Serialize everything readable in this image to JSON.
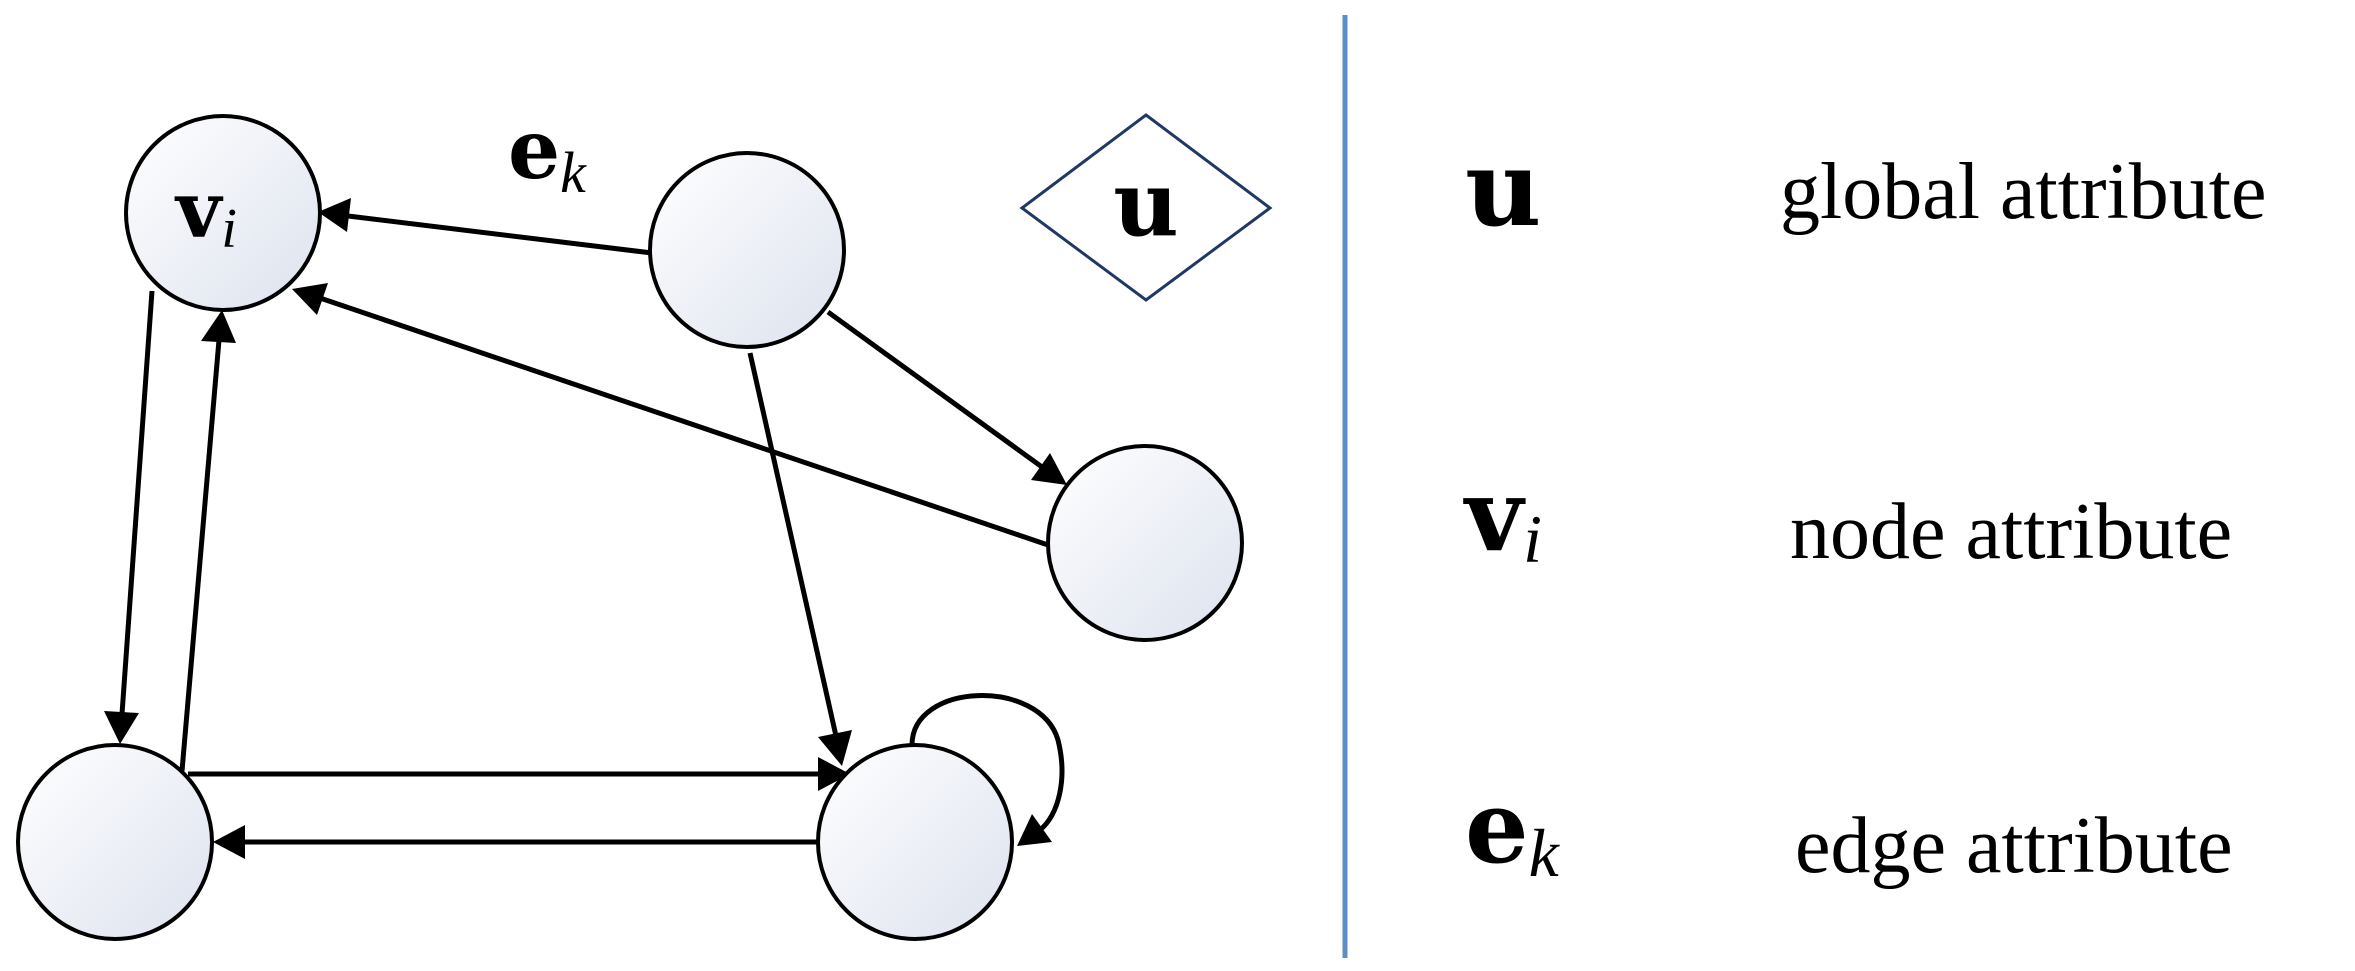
{
  "graph": {
    "global_symbol": "u",
    "node_label": {
      "base": "v",
      "sub": "i"
    },
    "edge_label": {
      "base": "e",
      "sub": "k"
    }
  },
  "legend": {
    "items": [
      {
        "symbol": "u",
        "sub": "",
        "description": "global attribute"
      },
      {
        "symbol": "v",
        "sub": "i",
        "description": "node attribute"
      },
      {
        "symbol": "e",
        "sub": "k",
        "description": "edge attribute"
      }
    ]
  },
  "colors": {
    "node_fill_light": "#ffffff",
    "node_fill_dark": "#dde2ee",
    "stroke": "#000000",
    "diamond_stroke": "#1f3864",
    "divider": "#5b8ec6"
  }
}
